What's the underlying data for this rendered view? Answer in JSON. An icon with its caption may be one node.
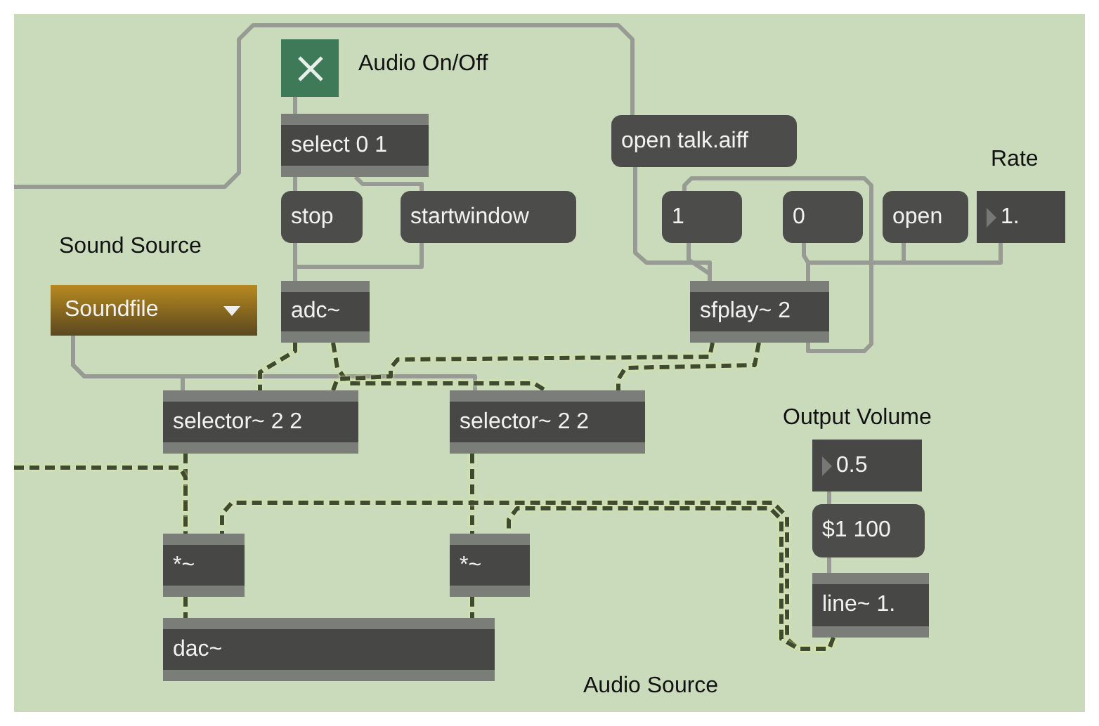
{
  "diagram": {
    "nodes": [
      {
        "text": [],
        "shape": "box",
        "beside": [
          "Audio On/Off"
        ]
      },
      {
        "text": [
          "select 0 1"
        ]
      },
      {
        "text": [
          "stop"
        ]
      },
      {
        "text": [
          "startwindow"
        ]
      },
      {
        "text": [
          "Soundfile"
        ],
        "beside": [
          "Sound Source"
        ]
      },
      {
        "text": [
          "adc~"
        ]
      },
      {
        "text": [
          "open talk.aiff"
        ]
      },
      {
        "text": [
          "1"
        ]
      },
      {
        "text": [
          "0"
        ]
      },
      {
        "text": [
          "open"
        ]
      },
      {
        "text": [
          "1."
        ],
        "beside": [
          "Rate"
        ]
      },
      {
        "text": [
          "sfplay~ 2"
        ]
      },
      {
        "text": [
          "selector~ 2 2"
        ]
      },
      {
        "text": [
          "selector~ 2 2"
        ]
      },
      {
        "text": [
          "0.5"
        ],
        "beside": [
          "Output Volume"
        ]
      },
      {
        "text": [
          "$1 100"
        ]
      },
      {
        "text": [
          "line~ 1."
        ]
      },
      {
        "text": [
          "*~"
        ]
      },
      {
        "text": [
          "*~"
        ]
      },
      {
        "text": [
          "dac~"
        ]
      }
    ],
    "edges": [
      {
        "from": 0,
        "to": 1,
        "arrow": "none"
      },
      {
        "from": 1,
        "to": 2,
        "arrow": "none"
      },
      {
        "from": 1,
        "to": 3,
        "arrow": "none"
      },
      {
        "from": 2,
        "to": 5,
        "arrow": "none"
      },
      {
        "from": 3,
        "to": 5,
        "arrow": "none"
      },
      {
        "from": null,
        "to": 6,
        "arrow": "none"
      },
      {
        "from": 6,
        "to": 11,
        "arrow": "none"
      },
      {
        "from": 11,
        "to": 7,
        "arrow": "none"
      },
      {
        "from": 7,
        "to": 11,
        "arrow": "none"
      },
      {
        "from": 8,
        "to": 11,
        "arrow": "none"
      },
      {
        "from": 9,
        "to": 11,
        "arrow": "none"
      },
      {
        "from": 10,
        "to": 11,
        "arrow": "none"
      },
      {
        "from": 4,
        "to": 12,
        "arrow": "none"
      },
      {
        "from": 4,
        "to": 13,
        "arrow": "none"
      },
      {
        "from": 5,
        "to": 12,
        "arrow": "none",
        "style": "dashed",
        "color": "#3f4a33"
      },
      {
        "from": 5,
        "to": 13,
        "arrow": "none",
        "style": "dashed",
        "color": "#3f4a33"
      },
      {
        "from": 11,
        "to": 12,
        "arrow": "none",
        "style": "dashed",
        "color": "#3f4a33"
      },
      {
        "from": 11,
        "to": 13,
        "arrow": "none",
        "style": "dashed",
        "color": "#3f4a33"
      },
      {
        "from": 12,
        "to": 17,
        "arrow": "none",
        "style": "dashed",
        "color": "#3f4a33"
      },
      {
        "from": 13,
        "to": 18,
        "arrow": "none",
        "style": "dashed",
        "color": "#3f4a33"
      },
      {
        "from": null,
        "to": 17,
        "arrow": "none",
        "style": "dashed",
        "color": "#3f4a33"
      },
      {
        "from": 16,
        "to": 17,
        "arrow": "none",
        "style": "dashed",
        "color": "#3f4a33"
      },
      {
        "from": 16,
        "to": 18,
        "arrow": "none",
        "style": "dashed",
        "color": "#3f4a33"
      },
      {
        "from": 17,
        "to": 19,
        "arrow": "none",
        "style": "dashed",
        "color": "#3f4a33"
      },
      {
        "from": 18,
        "to": 19,
        "arrow": "none",
        "style": "dashed",
        "color": "#3f4a33"
      },
      {
        "from": 14,
        "to": 15,
        "arrow": "none"
      },
      {
        "from": 15,
        "to": 16,
        "arrow": "none"
      }
    ],
    "labels": [
      "Audio Source"
    ]
  }
}
